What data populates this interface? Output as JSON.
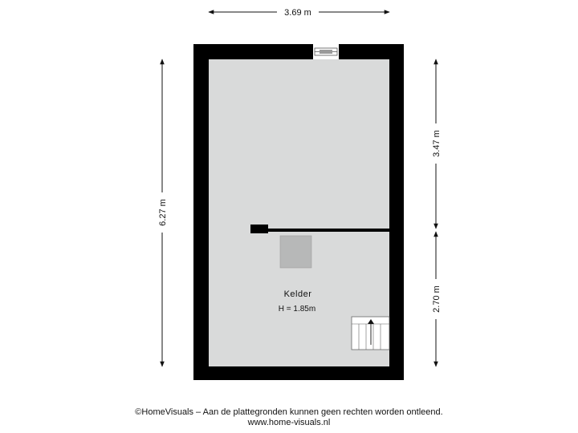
{
  "dimensions": {
    "top_width": "3.69 m",
    "left_height": "6.27 m",
    "right_upper": "3.47 m",
    "right_lower": "2.70 m"
  },
  "room": {
    "name": "Kelder",
    "height": "H = 1.85m"
  },
  "footer": {
    "disclaimer": "©HomeVisuals – Aan de plattegronden kunnen geen rechten worden ontleend.",
    "url": "www.home-visuals.nl"
  },
  "colors": {
    "wall": "#000000",
    "floor": "#d9dada",
    "fixture": "#b7b8b8",
    "dimension_line": "#111111"
  }
}
